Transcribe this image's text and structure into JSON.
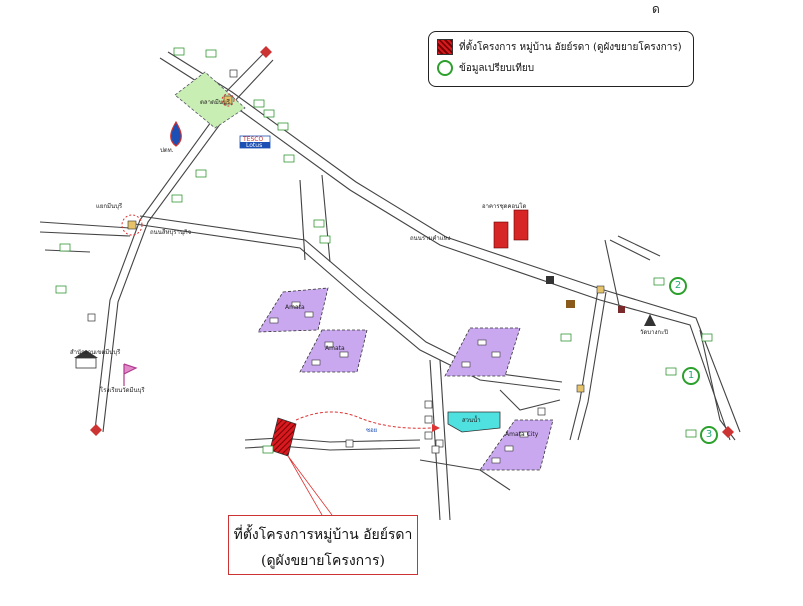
{
  "legend": {
    "project_label": "ที่ตั้งโครงการ หมู่บ้าน อัยย์รดา (ดูผังขยายโครงการ)",
    "compare_label": "ข้อมูลเปรียบเทียบ",
    "colors": {
      "project": "#c8102e",
      "compare": "#2ca02c",
      "village": "#c9a8f0",
      "lake": "#4fe0e0"
    }
  },
  "callout": {
    "line1": "ที่ตั้งโครงการหมู่บ้าน อัยย์รดา",
    "line2": "(ดูผังขยายโครงการ)"
  },
  "markers": [
    {
      "id": "compare-1",
      "label": "1"
    },
    {
      "id": "compare-2",
      "label": "2"
    },
    {
      "id": "compare-3",
      "label": "3"
    }
  ],
  "corner_mark": "ด",
  "place_labels": {
    "school": "สำนักงานเขตมีนบุรี",
    "school2": "โรงเรียนวัดมีนบุรี",
    "tesco": "TESCO",
    "lotus": "Lotus",
    "market": "ตลาดมีนบุรี",
    "temple": "วัดบางกะปิ",
    "ptt": "ปตท.",
    "junction": "แยกมีนบุรี",
    "road_main": "ถนนรามคำแหง",
    "road_2": "ถนนสีหบุรานุกิจ",
    "village_a": "Amata",
    "village_b": "Amata",
    "village_c": "Amata City",
    "tower": "อาคารชุดคอนโด",
    "lake": "สวนน้ำ",
    "soi": "ซอย"
  }
}
